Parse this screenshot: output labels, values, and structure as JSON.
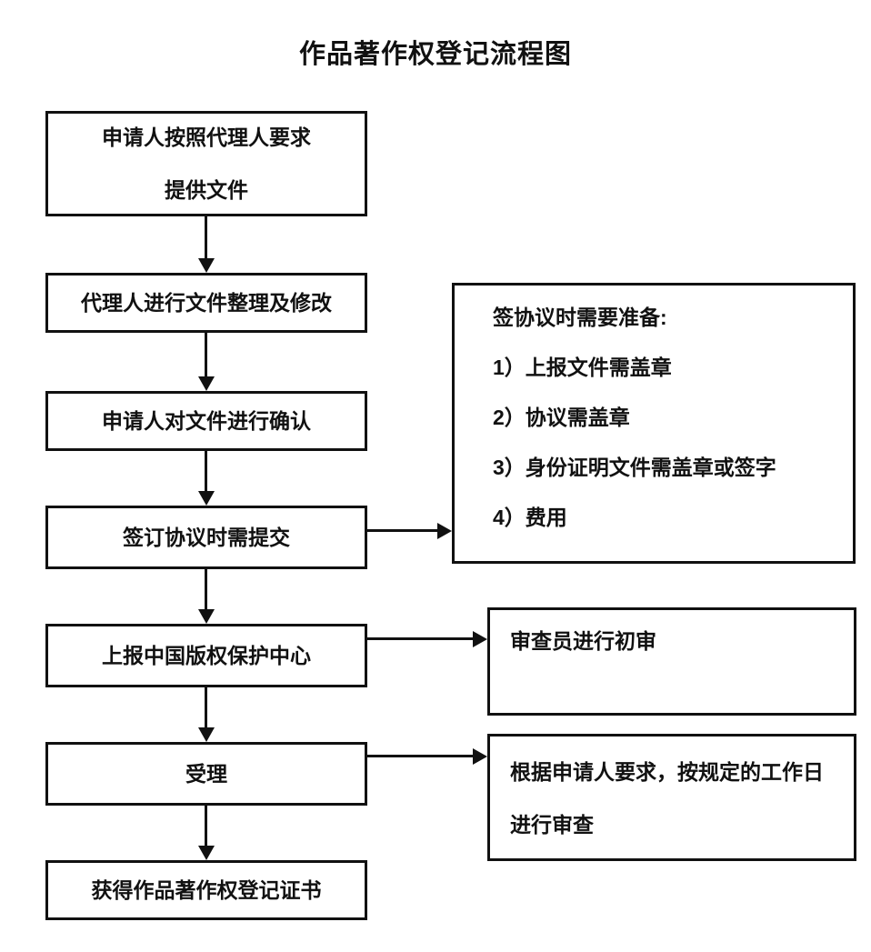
{
  "title": "作品著作权登记流程图",
  "steps": [
    {
      "lines": [
        "申请人按照代理人要求",
        "提供文件"
      ]
    },
    {
      "lines": [
        "代理人进行文件整理及修改"
      ]
    },
    {
      "lines": [
        "申请人对文件进行确认"
      ]
    },
    {
      "lines": [
        "签订协议时需提交"
      ]
    },
    {
      "lines": [
        "上报中国版权保护中心"
      ]
    },
    {
      "lines": [
        "受理"
      ]
    },
    {
      "lines": [
        "获得作品著作权登记证书"
      ]
    }
  ],
  "notes": [
    {
      "lines": [
        "签协议时需要准备:",
        "1）上报文件需盖章",
        "2）协议需盖章",
        "3）身份证明文件需盖章或签字",
        "4）费用"
      ]
    },
    {
      "lines": [
        "审查员进行初审"
      ]
    },
    {
      "lines": [
        "根据申请人要求，按规定的工作日",
        "进行审查"
      ]
    }
  ],
  "colors": {
    "line": "#111111",
    "text": "#111111",
    "background": "#ffffff"
  }
}
